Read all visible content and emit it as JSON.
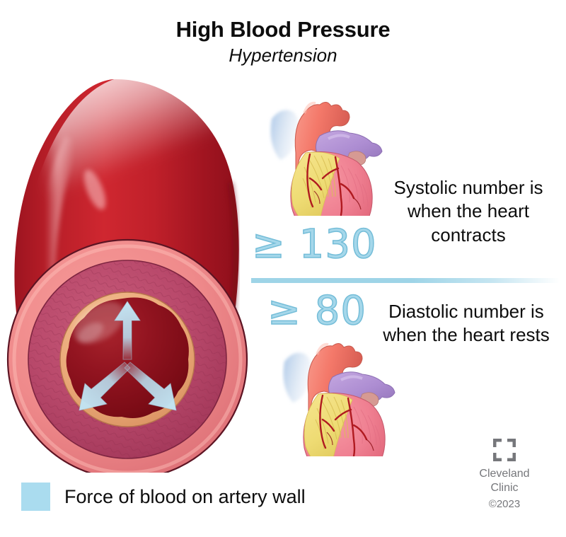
{
  "header": {
    "title": "High Blood Pressure",
    "subtitle": "Hypertension"
  },
  "readings": {
    "systolic": {
      "value": "≥ 130",
      "description": "Systolic number is when the heart contracts",
      "icon": "heart-illustration"
    },
    "diastolic": {
      "value": "≥ 80",
      "description": "Diastolic number is when the heart rests",
      "icon": "heart-illustration"
    }
  },
  "legend": {
    "label": "Force of blood on artery wall",
    "swatch_color": "#aadcef"
  },
  "illustration": {
    "artery_label": "artery-cross-section",
    "arrows": [
      "up",
      "down-left",
      "down-right"
    ]
  },
  "branding": {
    "logo": "cleveland-clinic-logo",
    "line1": "Cleveland",
    "line2": "Clinic",
    "copyright": "©2023"
  },
  "colors": {
    "accent_blue": "#aadcef",
    "accent_blue_stroke": "#74bdd8",
    "artery_outer": "#d8262f",
    "artery_wall": "#c0415f",
    "blood": "#8e1118",
    "text": "#0d0d0d",
    "brand_gray": "#76777b"
  }
}
